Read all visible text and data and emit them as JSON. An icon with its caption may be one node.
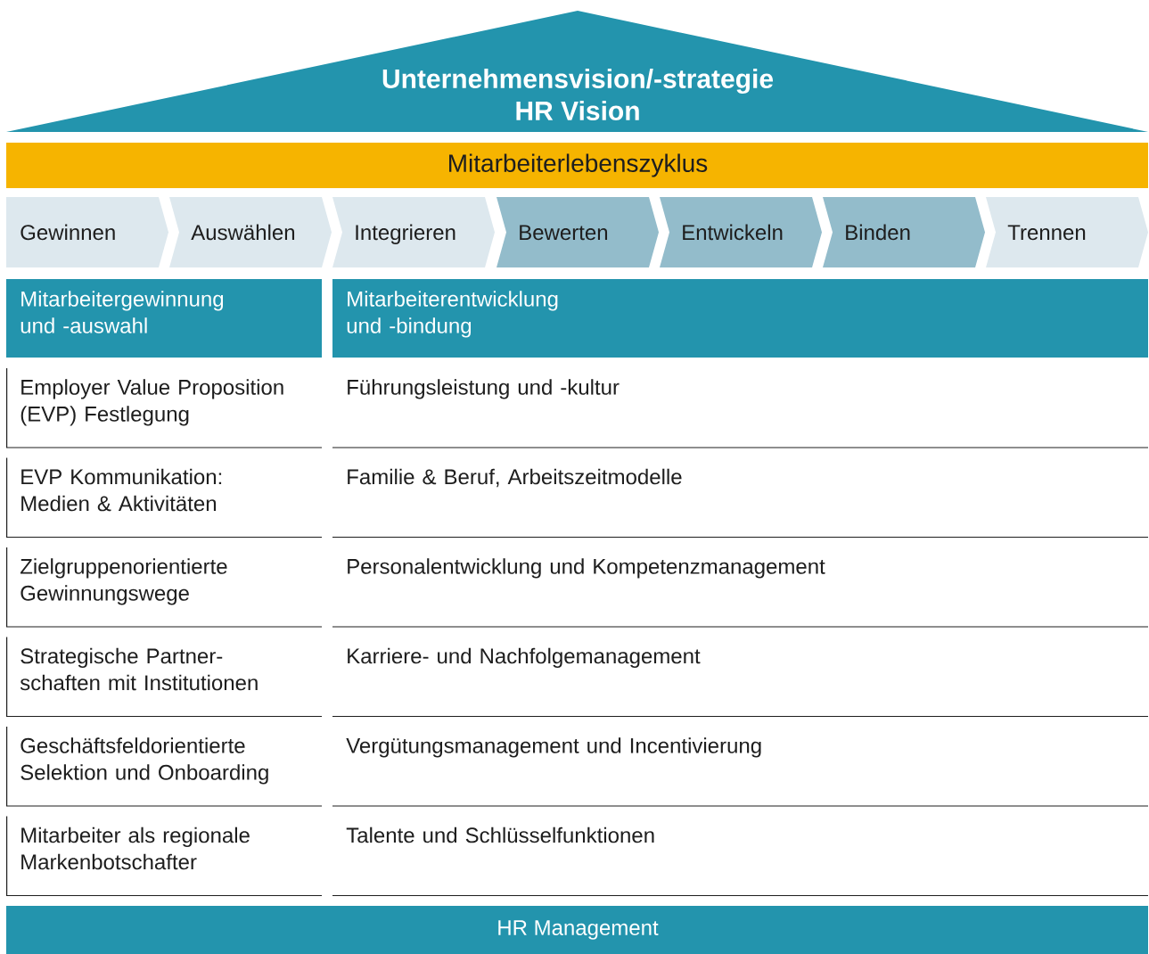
{
  "diagram": {
    "nodes": [
      {
        "text": [
          "Unternehmensvision/-strategie",
          "HR Vision"
        ]
      },
      {
        "text": [
          "Mitarbeiterlebenszyklus"
        ]
      },
      {
        "text": [
          "Gewinnen"
        ]
      },
      {
        "text": [
          "Auswählen"
        ]
      },
      {
        "text": [
          "Integrieren"
        ]
      },
      {
        "text": [
          "Bewerten"
        ]
      },
      {
        "text": [
          "Entwickeln"
        ]
      },
      {
        "text": [
          "Binden"
        ]
      },
      {
        "text": [
          "Trennen"
        ]
      },
      {
        "text": [
          "Mitarbeitergewinnung und -auswahl"
        ]
      },
      {
        "text": [
          "Mitarbeiterentwicklung und -bindung"
        ]
      },
      {
        "text": [
          "Employer Value Proposition (EVP) Festlegung"
        ]
      },
      {
        "text": [
          "Führungsleistung und -kultur"
        ]
      },
      {
        "text": [
          "EVP Kommunikation: Medien & Aktivitäten"
        ]
      },
      {
        "text": [
          "Familie & Beruf, Arbeitszeitmodelle"
        ]
      },
      {
        "text": [
          "Zielgruppenorientierte Gewinnungswege"
        ]
      },
      {
        "text": [
          "Personalentwicklung und Kompetenzmanagement"
        ]
      },
      {
        "text": [
          "Strategische Partner-schaften mit Institutionen"
        ]
      },
      {
        "text": [
          "Karriere- und Nachfolgemanagement"
        ]
      },
      {
        "text": [
          "Geschäftsfeldorientierte Selektion und Onboarding"
        ]
      },
      {
        "text": [
          "Vergütungsmanagement und Incentivierung"
        ]
      },
      {
        "text": [
          "Mitarbeiter als regionale Markenbotschafter"
        ]
      },
      {
        "text": [
          "Talente und Schlüsselfunktionen"
        ]
      },
      {
        "text": [
          "HR Management"
        ]
      }
    ]
  }
}
